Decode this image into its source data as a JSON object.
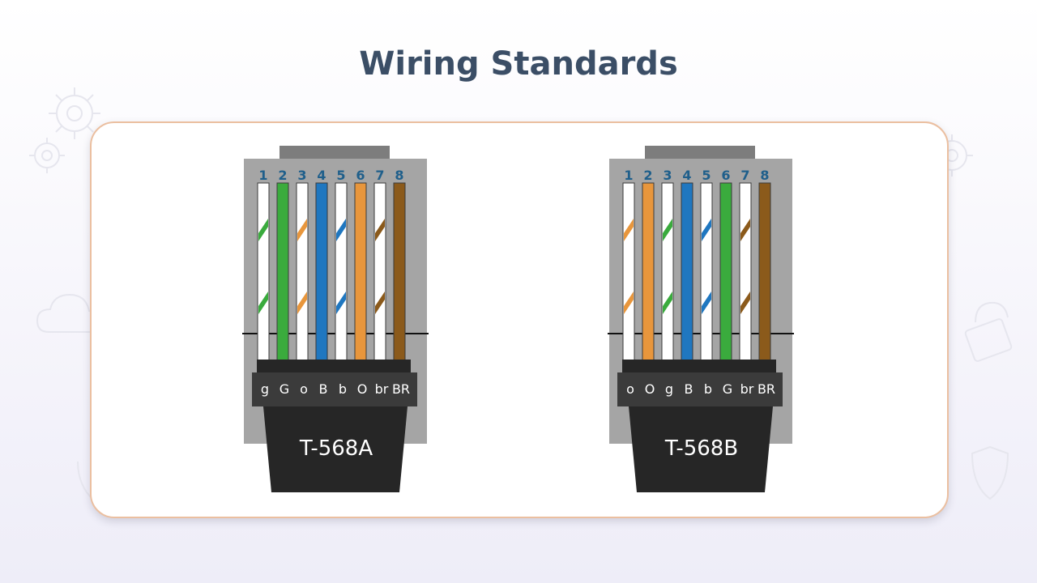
{
  "title": "Wiring Standards",
  "colors": {
    "title": "#3b4e66",
    "card_border": "#ebbfa0",
    "housing": "#a5a5a5",
    "clip": "#7d7d7d",
    "boot": "#262626",
    "label_bar": "#3b3b3b",
    "pin_number": "#1f5f8b",
    "green": "#3aab3d",
    "orange": "#e8963c",
    "blue": "#1f77c0",
    "brown": "#8b5a1b",
    "white": "#ffffff"
  },
  "connectors": [
    {
      "id": "A",
      "standard": "T-568A",
      "pins": [
        {
          "number": "1",
          "code": "g",
          "color": "green",
          "striped": true
        },
        {
          "number": "2",
          "code": "G",
          "color": "green",
          "striped": false
        },
        {
          "number": "3",
          "code": "o",
          "color": "orange",
          "striped": true
        },
        {
          "number": "4",
          "code": "B",
          "color": "blue",
          "striped": false
        },
        {
          "number": "5",
          "code": "b",
          "color": "blue",
          "striped": true
        },
        {
          "number": "6",
          "code": "O",
          "color": "orange",
          "striped": false
        },
        {
          "number": "7",
          "code": "br",
          "color": "brown",
          "striped": true
        },
        {
          "number": "8",
          "code": "BR",
          "color": "brown",
          "striped": false
        }
      ]
    },
    {
      "id": "B",
      "standard": "T-568B",
      "pins": [
        {
          "number": "1",
          "code": "o",
          "color": "orange",
          "striped": true
        },
        {
          "number": "2",
          "code": "O",
          "color": "orange",
          "striped": false
        },
        {
          "number": "3",
          "code": "g",
          "color": "green",
          "striped": true
        },
        {
          "number": "4",
          "code": "B",
          "color": "blue",
          "striped": false
        },
        {
          "number": "5",
          "code": "b",
          "color": "blue",
          "striped": true
        },
        {
          "number": "6",
          "code": "G",
          "color": "green",
          "striped": false
        },
        {
          "number": "7",
          "code": "br",
          "color": "brown",
          "striped": true
        },
        {
          "number": "8",
          "code": "BR",
          "color": "brown",
          "striped": false
        }
      ]
    }
  ]
}
